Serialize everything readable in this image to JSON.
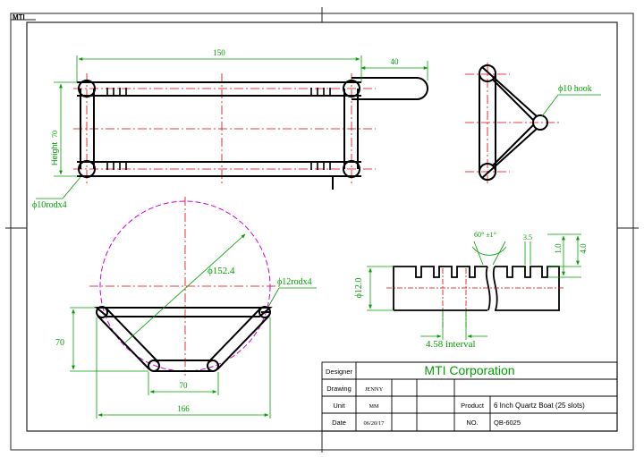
{
  "corner_label": "MTI",
  "colors": {
    "outline": "#000000",
    "centerline": "#e00000",
    "dimension": "#00a000",
    "circle": "#d000d0",
    "title_text": "#00a000"
  },
  "dimensions": {
    "top_length": "150",
    "hook_length": "40",
    "top_height_value": "70",
    "top_height_label": "Height",
    "rod_callout": "ϕ10rodx4",
    "hook_callout": "ϕ10 hook",
    "circle_diameter": "ϕ152.4",
    "rod12_callout": "ϕ12rodx4",
    "front_height": "70",
    "front_bottom_width": "70",
    "front_total_width": "166",
    "slot_angle": "60° ±1°",
    "slot_width": "3.5",
    "slot_depth_1": "1.0",
    "slot_depth_2": "4.0",
    "rod_diameter": "ϕ12.0",
    "slot_interval": "4.58 interval"
  },
  "title_block": {
    "company": "MTI Corporation",
    "designer_label": "Designer",
    "designer_value": "",
    "drawing_label": "Drawing",
    "drawing_value": "JENNY",
    "unit_label": "Unit",
    "unit_value": "MM",
    "date_label": "Date",
    "date_value": "06/20/17",
    "product_label": "Product",
    "product_value": "6 Inch Quartz Boat (25 slots)",
    "no_label": "NO.",
    "no_value": "QB-6025"
  }
}
